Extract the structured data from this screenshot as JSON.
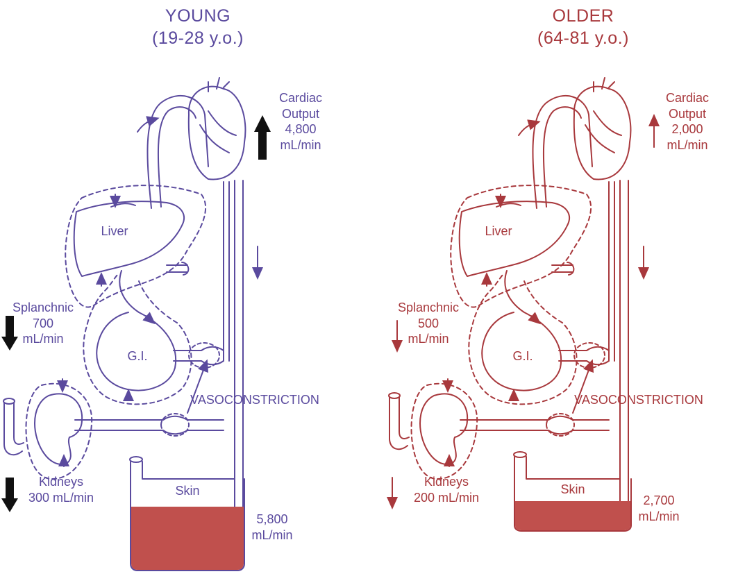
{
  "young": {
    "title": "YOUNG",
    "age": "(19-28 y.o.)",
    "cardiac": [
      "Cardiac",
      "Output",
      "4,800",
      "mL/min"
    ],
    "liver": "Liver",
    "gi": "G.I.",
    "splanchnic": [
      "Splanchnic",
      "700",
      "mL/min"
    ],
    "vaso": "VASOCONSTRICTION",
    "kidneys": [
      "Kidneys",
      "300 mL/min"
    ],
    "skin": "Skin",
    "skin_flow": [
      "5,800",
      "mL/min"
    ]
  },
  "older": {
    "title": "OLDER",
    "age": "(64-81 y.o.)",
    "cardiac": [
      "Cardiac",
      "Output",
      "2,000",
      "mL/min"
    ],
    "liver": "Liver",
    "gi": "G.I.",
    "splanchnic": [
      "Splanchnic",
      "500",
      "mL/min"
    ],
    "vaso": "VASOCONSTRICTION",
    "kidneys": [
      "Kidneys",
      "200 mL/min"
    ],
    "skin": "Skin",
    "skin_flow": [
      "2,700",
      "mL/min"
    ]
  },
  "colors": {
    "young_line": "#5a4a9e",
    "older_line": "#a8383c",
    "blood_fill": "#c0504d",
    "change_arrow": "#111111"
  }
}
